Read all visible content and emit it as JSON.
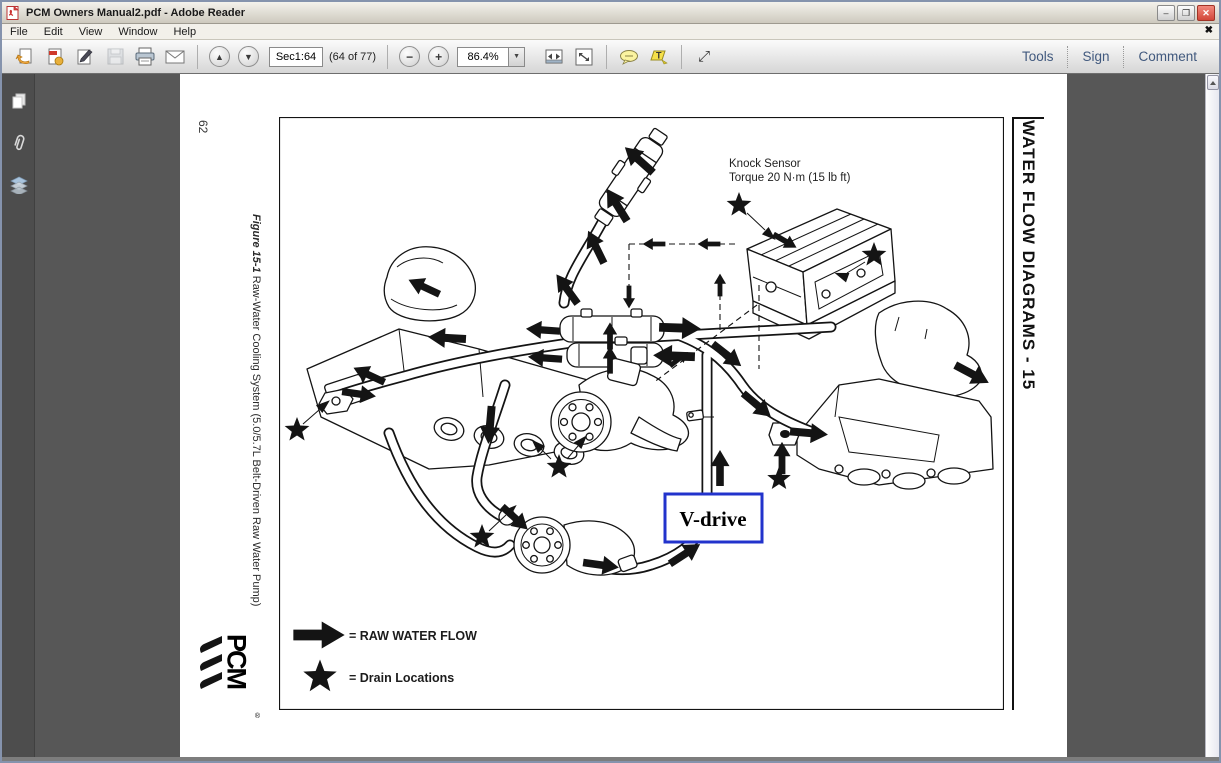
{
  "window": {
    "title": "PCM Owners Manual2.pdf - Adobe Reader",
    "controls": {
      "minimize": "–",
      "restore": "❐",
      "close": "✕"
    }
  },
  "menu": {
    "items": [
      "File",
      "Edit",
      "View",
      "Window",
      "Help"
    ],
    "close_glyph": "✖"
  },
  "toolbar": {
    "page_field": "Sec1:64",
    "page_count": "(64 of 77)",
    "zoom_level": "86.4%",
    "links": [
      "Tools",
      "Sign",
      "Comment"
    ],
    "glyphs": {
      "prev": "▲",
      "next": "▼",
      "zoom_out": "−",
      "zoom_in": "+",
      "dropdown": "▼",
      "fullscreen": "⤢"
    }
  },
  "document": {
    "page_number": "62",
    "caption_prefix": "Figure 15-1",
    "caption_rest": " Raw-Water Cooling System (5.0/5.7L Belt-Driven Raw Water Pump)",
    "section_header": "WATER FLOW DIAGRAMS - 15",
    "knock_sensor": {
      "line1": "Knock Sensor",
      "line2": "Torque 20 N·m (15 lb ft)"
    },
    "v_drive_label": "V-drive",
    "legend": [
      {
        "symbol": "arrow",
        "label": "= RAW WATER FLOW"
      },
      {
        "symbol": "star",
        "label": "= Drain Locations"
      }
    ],
    "logo_text": "PCM",
    "logo_reg": "®"
  },
  "colors": {
    "annotation_blue": "#2233cc",
    "link_blue": "#41597e",
    "canvas_gray": "#575757"
  }
}
